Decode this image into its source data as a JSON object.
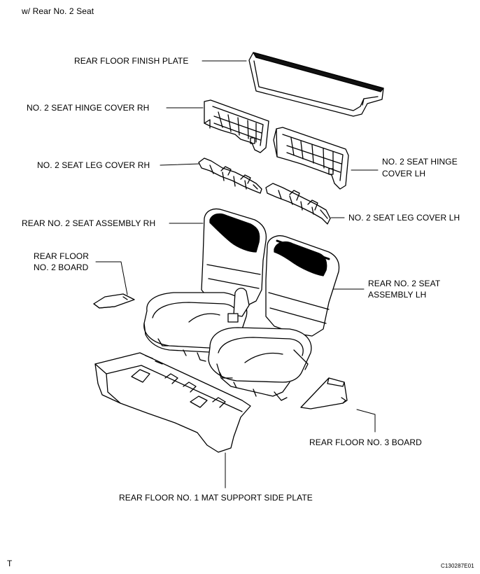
{
  "header": {
    "condition": "w/ Rear No. 2 Seat"
  },
  "labels": {
    "rear_floor_finish_plate": "REAR FLOOR FINISH PLATE",
    "seat_hinge_cover_rh": "NO. 2 SEAT HINGE COVER RH",
    "seat_leg_cover_rh": "NO. 2 SEAT LEG COVER RH",
    "seat_hinge_cover_lh_line1": "NO. 2 SEAT HINGE",
    "seat_hinge_cover_lh_line2": "COVER LH",
    "seat_leg_cover_lh": "NO. 2 SEAT LEG COVER LH",
    "seat_assembly_rh": "REAR NO. 2 SEAT ASSEMBLY RH",
    "floor_no2_board_line1": "REAR FLOOR",
    "floor_no2_board_line2": "NO. 2 BOARD",
    "seat_assembly_lh_line1": "REAR NO. 2 SEAT",
    "seat_assembly_lh_line2": "ASSEMBLY LH",
    "floor_no3_board": "REAR FLOOR NO. 3 BOARD",
    "mat_support_side_plate": "REAR FLOOR NO. 1 MAT SUPPORT SIDE PLATE"
  },
  "footer": {
    "left_mark": "T",
    "figure_code": "C130287E01"
  }
}
